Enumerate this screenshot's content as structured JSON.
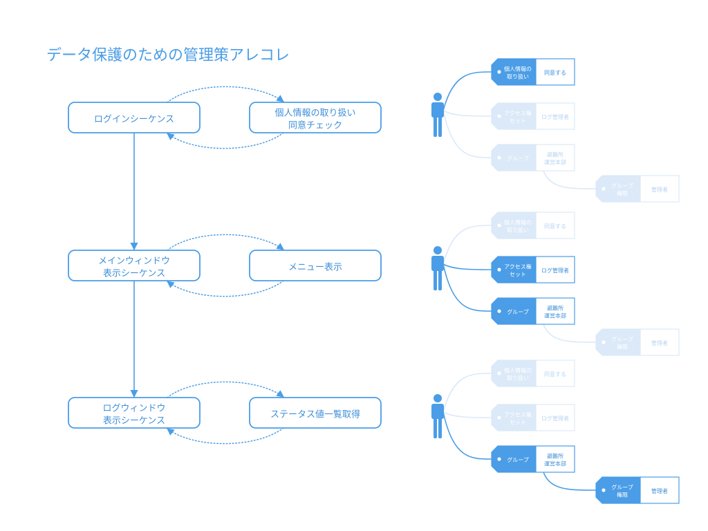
{
  "title": "データ保護のための管理策アレコレ",
  "flow": {
    "left_boxes": [
      {
        "lines": [
          "ログインシーケンス"
        ]
      },
      {
        "lines": [
          "メインウィンドウ",
          "表示シーケンス"
        ]
      },
      {
        "lines": [
          "ログウィンドウ",
          "表示シーケンス"
        ]
      }
    ],
    "right_boxes": [
      {
        "lines": [
          "個人情報の取り扱い",
          "同意チェック"
        ]
      },
      {
        "lines": [
          "メニュー表示"
        ]
      },
      {
        "lines": [
          "ステータス値一覧取得"
        ]
      }
    ]
  },
  "permission_groups": [
    {
      "tags": [
        {
          "key": [
            "個人情報の",
            "取り扱い"
          ],
          "value": [
            "同意する"
          ],
          "active": true
        },
        {
          "key": [
            "アクセス権",
            "セット"
          ],
          "value": [
            "ログ管理者"
          ],
          "active": false
        },
        {
          "key": [
            "グループ"
          ],
          "value": [
            "避難所",
            "運営本部"
          ],
          "active": false
        },
        {
          "key": [
            "グループ",
            "権限"
          ],
          "value": [
            "管理者"
          ],
          "active": false
        }
      ]
    },
    {
      "tags": [
        {
          "key": [
            "個人情報の",
            "取り扱い"
          ],
          "value": [
            "同意する"
          ],
          "active": false
        },
        {
          "key": [
            "アクセス権",
            "セット"
          ],
          "value": [
            "ログ管理者"
          ],
          "active": true
        },
        {
          "key": [
            "グループ"
          ],
          "value": [
            "避難所",
            "運営本部"
          ],
          "active": true
        },
        {
          "key": [
            "グループ",
            "権限"
          ],
          "value": [
            "管理者"
          ],
          "active": false
        }
      ]
    },
    {
      "tags": [
        {
          "key": [
            "個人情報の",
            "取り扱い"
          ],
          "value": [
            "同意する"
          ],
          "active": false
        },
        {
          "key": [
            "アクセス権",
            "セット"
          ],
          "value": [
            "ログ管理者"
          ],
          "active": false
        },
        {
          "key": [
            "グループ"
          ],
          "value": [
            "避難所",
            "運営本部"
          ],
          "active": true
        },
        {
          "key": [
            "グループ",
            "権限"
          ],
          "value": [
            "管理者"
          ],
          "active": true
        }
      ]
    }
  ],
  "colors": {
    "accent": "#4a9de6",
    "accent_text": "#3f8fd9",
    "faded": "#dbe9f8",
    "faded_text": "#b8d4f1"
  }
}
